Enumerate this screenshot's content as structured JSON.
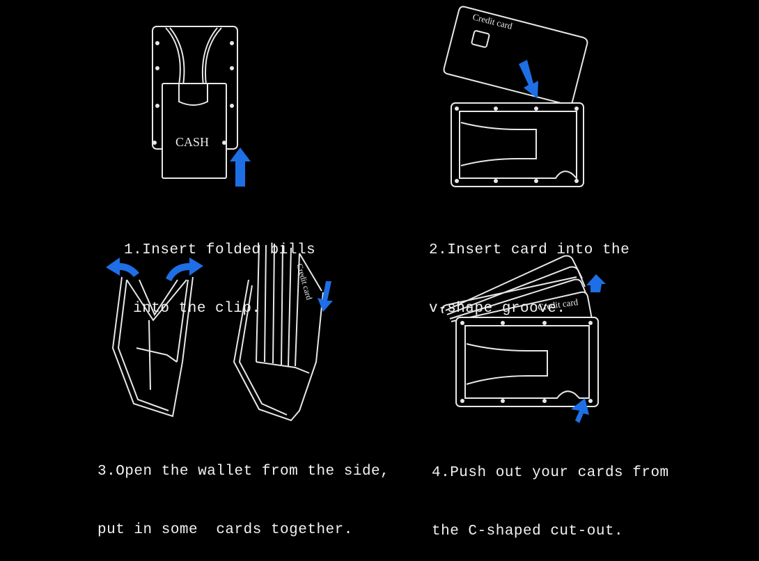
{
  "steps": [
    {
      "line1": "1.Insert folded bills",
      "line2": " into the clip.",
      "label": "CASH"
    },
    {
      "line1": "2.Insert card into the",
      "line2": "v-shape groove.",
      "label": "Credit card"
    },
    {
      "line1": "3.Open the wallet from the side,",
      "line2": "put in some  cards together.",
      "label": "Credit card"
    },
    {
      "line1": "4.Push out your cards from",
      "line2": "the C-shaped cut-out.",
      "label": "Credit card"
    }
  ],
  "colors": {
    "background": "#000000",
    "line": "#e8e8e8",
    "arrow": "#1e6fe6"
  }
}
